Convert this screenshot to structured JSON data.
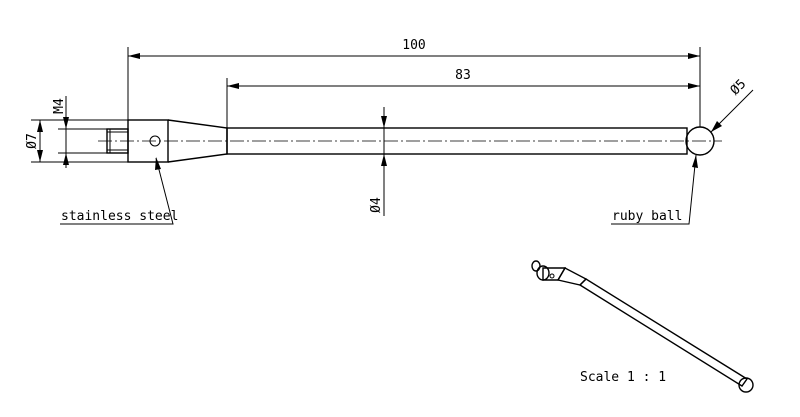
{
  "drawing": {
    "dimensions": {
      "overall_length": "100",
      "shaft_length": "83",
      "thread": "M4",
      "body_diameter": "Ø7",
      "shaft_diameter": "Ø4",
      "ball_diameter": "Ø5"
    },
    "callouts": {
      "material": "stainless steel",
      "tip": "ruby ball"
    },
    "scale": "Scale 1 : 1"
  }
}
